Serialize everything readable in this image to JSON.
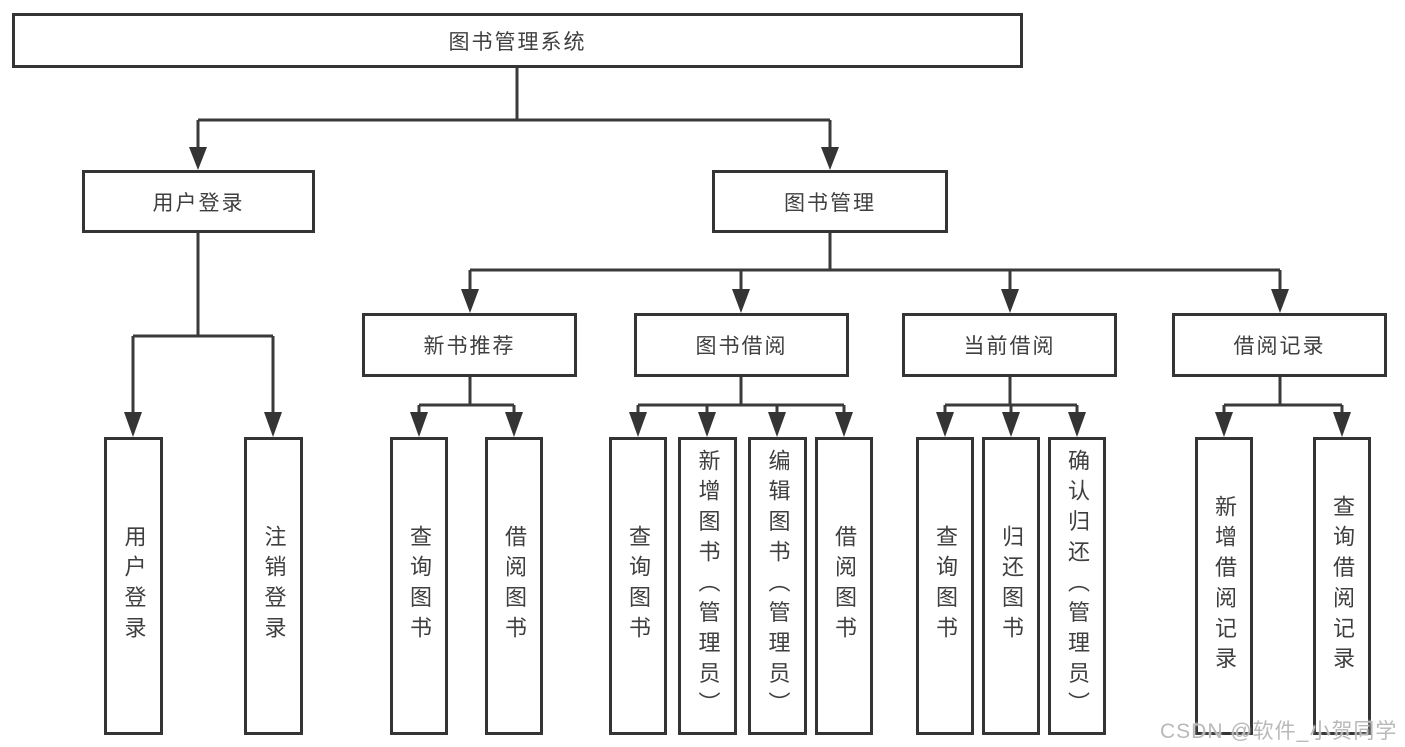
{
  "colors": {
    "line": "#3a3a3a",
    "box_border": "#343434",
    "text": "#3f3f3f",
    "background": "#ffffff",
    "watermark": "#b9b9b9"
  },
  "watermark": {
    "text": "CSDN @软件_小贺同学"
  },
  "tree": {
    "label": "图书管理系统",
    "children": [
      {
        "label": "用户登录",
        "children": [
          {
            "label": "用户登录"
          },
          {
            "label": "注销登录"
          }
        ]
      },
      {
        "label": "图书管理",
        "children": [
          {
            "label": "新书推荐",
            "children": [
              {
                "label": "查询图书"
              },
              {
                "label": "借阅图书"
              }
            ]
          },
          {
            "label": "图书借阅",
            "children": [
              {
                "label": "查询图书"
              },
              {
                "label": "新增图书（管理员）"
              },
              {
                "label": "编辑图书（管理员）"
              },
              {
                "label": "借阅图书"
              }
            ]
          },
          {
            "label": "当前借阅",
            "children": [
              {
                "label": "查询图书"
              },
              {
                "label": "归还图书"
              },
              {
                "label": "确认归还（管理员）"
              }
            ]
          },
          {
            "label": "借阅记录",
            "children": [
              {
                "label": "新增借阅记录"
              },
              {
                "label": "查询借阅记录"
              }
            ]
          }
        ]
      }
    ]
  }
}
